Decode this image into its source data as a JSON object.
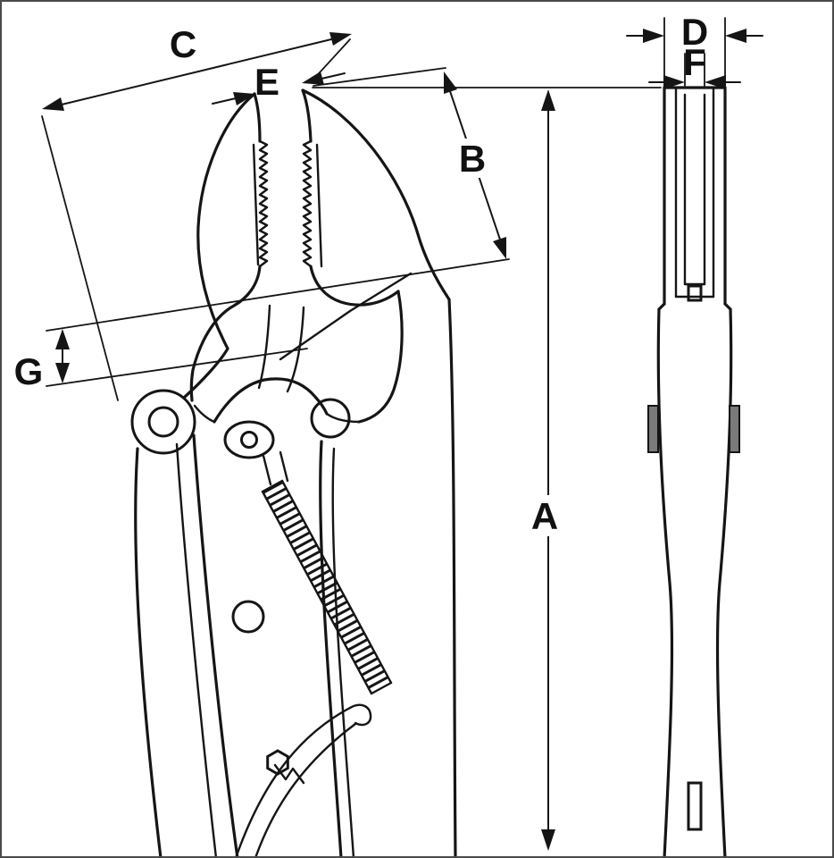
{
  "diagram": {
    "subject": "locking-pliers-dimension-drawing",
    "views": [
      "front",
      "side"
    ],
    "dimension_keys": [
      "A",
      "B",
      "C",
      "D",
      "E",
      "F",
      "G"
    ]
  },
  "labels": {
    "A": "A",
    "B": "B",
    "C": "C",
    "D": "D",
    "E": "E",
    "F": "F",
    "G": "G"
  }
}
